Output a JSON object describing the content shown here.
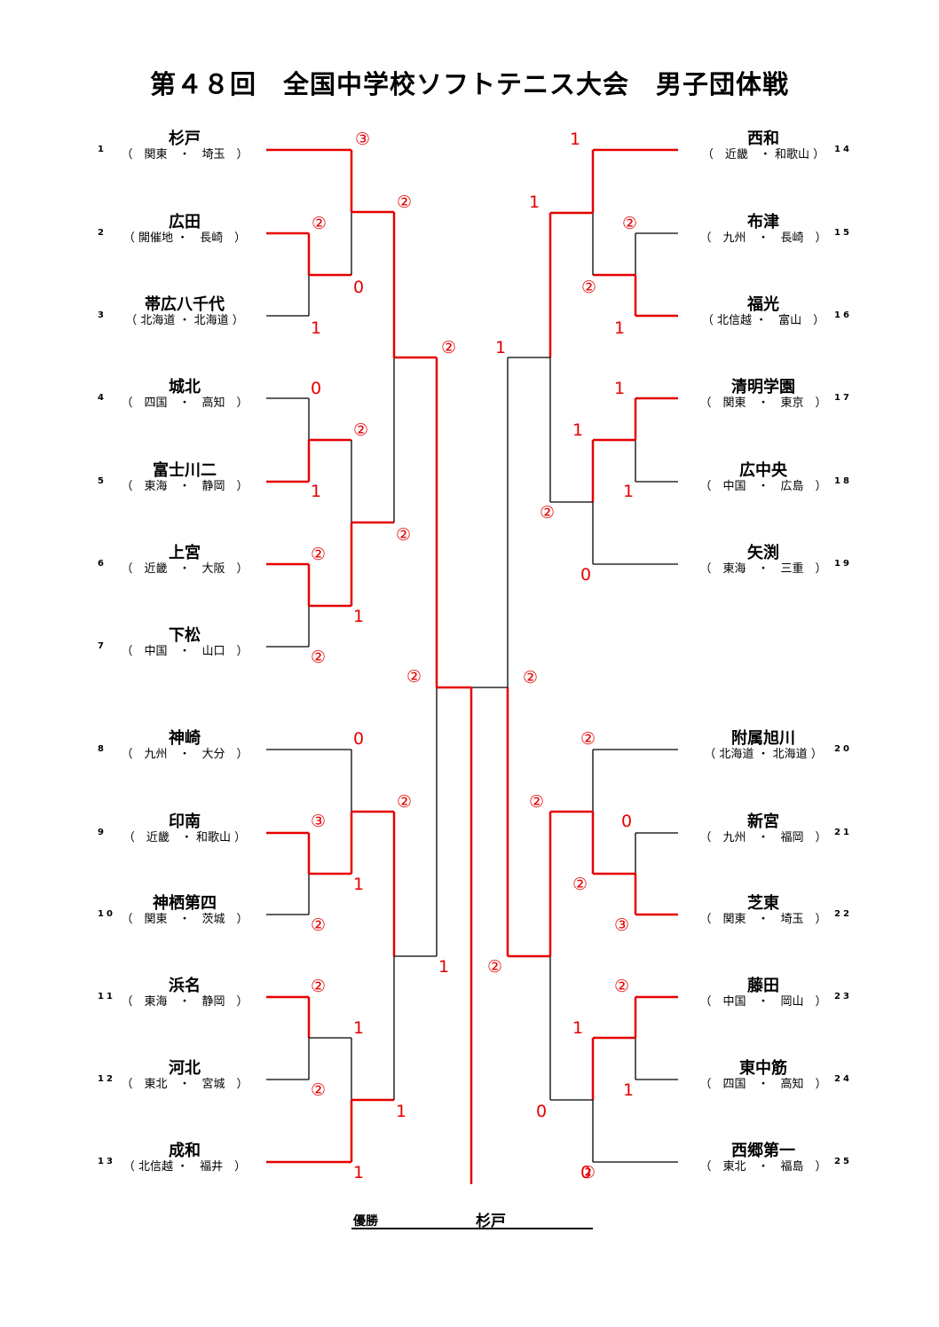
{
  "title": "第４８回　全国中学校ソフトテニス大会　男子団体戦",
  "teams_left": [
    {
      "seed": "1",
      "name": "杉戸",
      "region": "（　関東　・　埼玉　）"
    },
    {
      "seed": "2",
      "name": "広田",
      "region": "（ 開催地 ・　長崎　）"
    },
    {
      "seed": "3",
      "name": "帯広八千代",
      "region": "（ 北海道 ・ 北海道 ）"
    },
    {
      "seed": "4",
      "name": "城北",
      "region": "（　四国　・　高知　）"
    },
    {
      "seed": "5",
      "name": "富士川二",
      "region": "（　東海　・　静岡　）"
    },
    {
      "seed": "6",
      "name": "上宮",
      "region": "（　近畿　・　大阪　）"
    },
    {
      "seed": "7",
      "name": "下松",
      "region": "（　中国　・　山口　）"
    },
    {
      "seed": "8",
      "name": "神崎",
      "region": "（　九州　・　大分　）"
    },
    {
      "seed": "9",
      "name": "印南",
      "region": "（　近畿　・ 和歌山 ）"
    },
    {
      "seed": "10",
      "name": "神栖第四",
      "region": "（　関東　・　茨城　）"
    },
    {
      "seed": "11",
      "name": "浜名",
      "region": "（　東海　・　静岡　）"
    },
    {
      "seed": "12",
      "name": "河北",
      "region": "（　東北　・　宮城　）"
    },
    {
      "seed": "13",
      "name": "成和",
      "region": "（ 北信越 ・　福井　）"
    }
  ],
  "teams_right": [
    {
      "seed": "14",
      "name": "西和",
      "region": "（　近畿　・ 和歌山 ）"
    },
    {
      "seed": "15",
      "name": "布津",
      "region": "（　九州　・　長崎　）"
    },
    {
      "seed": "16",
      "name": "福光",
      "region": "（ 北信越 ・　富山　）"
    },
    {
      "seed": "17",
      "name": "清明学園",
      "region": "（　関東　・　東京　）"
    },
    {
      "seed": "18",
      "name": "広中央",
      "region": "（　中国　・　広島　）"
    },
    {
      "seed": "19",
      "name": "矢渕",
      "region": "（　東海　・　三重　）"
    },
    {
      "seed": "20",
      "name": "附属旭川",
      "region": "（ 北海道 ・ 北海道 ）"
    },
    {
      "seed": "21",
      "name": "新宮",
      "region": "（　九州　・　福岡　）"
    },
    {
      "seed": "22",
      "name": "芝東",
      "region": "（　関東　・　埼玉　）"
    },
    {
      "seed": "23",
      "name": "藤田",
      "region": "（　中国　・　岡山　）"
    },
    {
      "seed": "24",
      "name": "東中筋",
      "region": "（　四国　・　高知　）"
    },
    {
      "seed": "25",
      "name": "西郷第一",
      "region": "（　東北　・　福島　）"
    }
  ],
  "scores": [
    "③",
    "②",
    "②",
    "0",
    "1",
    "②",
    "1",
    "0",
    "②",
    "1",
    "②",
    "②",
    "1",
    "②",
    "0",
    "②",
    "③",
    "1",
    "②",
    "1",
    "1",
    "1",
    "②",
    "②",
    "1",
    "②",
    "②",
    "1",
    "1",
    "②",
    "②",
    "1",
    "②",
    "1",
    "1",
    "1",
    "0",
    "②",
    "②",
    "0",
    "②",
    "③",
    "②",
    "②",
    "1",
    "0",
    "1",
    "②",
    "0"
  ],
  "result": {
    "label": "優勝",
    "champion": "杉戸"
  },
  "colors": {
    "win_line": "#e60000",
    "lose_line": "#000000",
    "score_text": "#e60000"
  }
}
